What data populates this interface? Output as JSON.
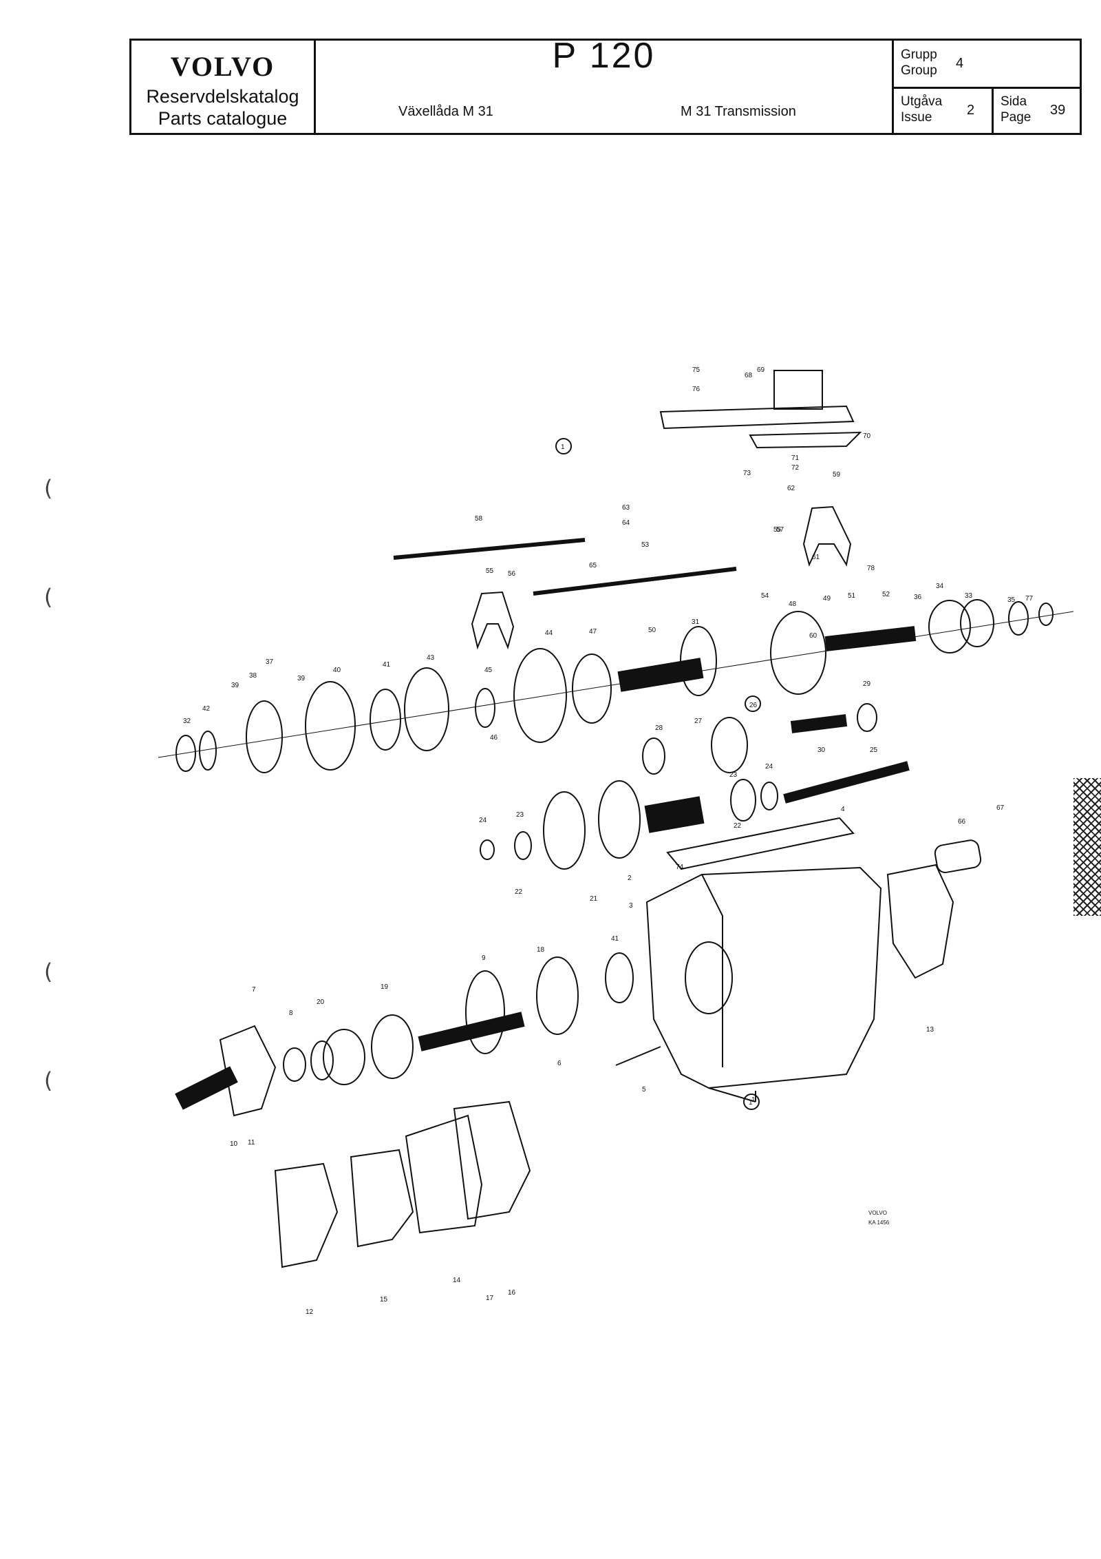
{
  "header": {
    "brand": "VOLVO",
    "catalog_sv": "Reservdelskatalog",
    "catalog_en": "Parts catalogue",
    "model": "P 120",
    "subtitle_sv": "Växellåda M 31",
    "subtitle_en": "M 31 Transmission",
    "group_label_sv": "Grupp",
    "group_label_en": "Group",
    "group_value": "4",
    "issue_label_sv": "Utgåva",
    "issue_label_en": "Issue",
    "issue_value": "2",
    "page_label_sv": "Sida",
    "page_label_en": "Page",
    "page_value": "39"
  },
  "diagram": {
    "ref_label": "VOLVO",
    "ref_code": "KA 1456",
    "assembly_marker": "1",
    "callouts": [
      "1",
      "2",
      "3",
      "4",
      "5",
      "6",
      "7",
      "8",
      "9",
      "10",
      "11",
      "12",
      "13",
      "14",
      "15",
      "16",
      "17",
      "18",
      "19",
      "20",
      "21",
      "22",
      "22",
      "23",
      "23",
      "24",
      "24",
      "25",
      "26",
      "27",
      "28",
      "29",
      "30",
      "31",
      "32",
      "33",
      "34",
      "35",
      "36",
      "37",
      "38",
      "39",
      "39",
      "40",
      "41",
      "41",
      "42",
      "43",
      "44",
      "45",
      "46",
      "47",
      "48",
      "49",
      "50",
      "51",
      "52",
      "53",
      "54",
      "55",
      "55",
      "56",
      "57",
      "58",
      "59",
      "60",
      "61",
      "62",
      "63",
      "64",
      "65",
      "66",
      "67",
      "68",
      "69",
      "70",
      "71",
      "72",
      "73",
      "74",
      "75",
      "76",
      "77",
      "78"
    ]
  },
  "margin_marks": [
    "(",
    "(",
    "(",
    "("
  ]
}
